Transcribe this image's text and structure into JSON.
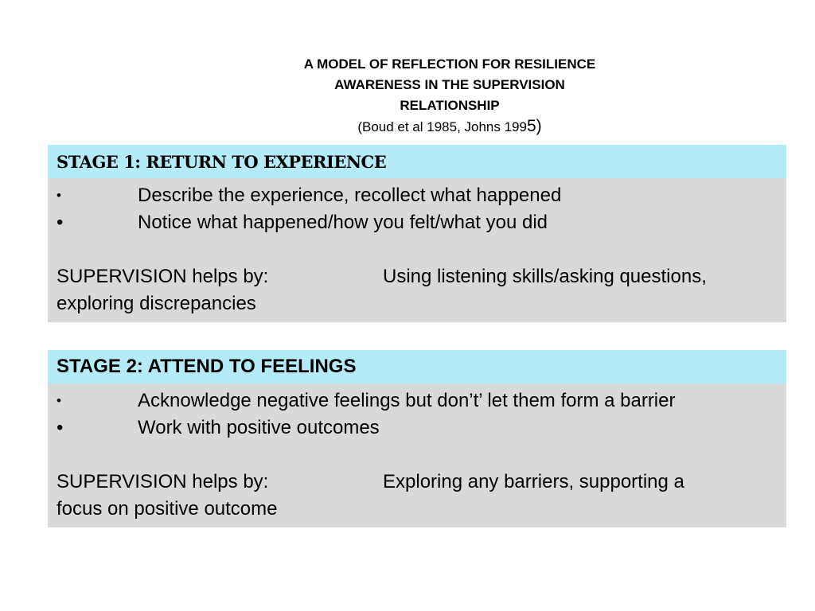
{
  "title": {
    "line1": "A MODEL OF REFLECTION FOR RESILIENCE",
    "line2": "AWARENESS IN THE SUPERVISION",
    "line3": "RELATIONSHIP",
    "citation_main": "(Boud et al 1985, Johns 199",
    "citation_end": "5)"
  },
  "stages": [
    {
      "header": "STAGE 1: RETURN TO EXPERIENCE",
      "bullets": [
        {
          "marker": "•",
          "text": "Describe the experience, recollect what happened"
        },
        {
          "marker": "•",
          "text": "Notice what happened/how you felt/what you did"
        }
      ],
      "helps_label": "SUPERVISION helps by:",
      "helps_text": "Using listening skills/asking questions,",
      "helps_cont": "exploring discrepancies"
    },
    {
      "header": "STAGE 2: ATTEND TO FEELINGS",
      "bullets": [
        {
          "marker": "•",
          "text": "Acknowledge negative feelings but don’t’ let them form a barrier"
        },
        {
          "marker": "•",
          "text": "Work with positive outcomes"
        }
      ],
      "helps_label": "SUPERVISION helps by:",
      "helps_text": "Exploring any barriers, supporting a",
      "helps_cont": "focus on positive outcome"
    }
  ]
}
